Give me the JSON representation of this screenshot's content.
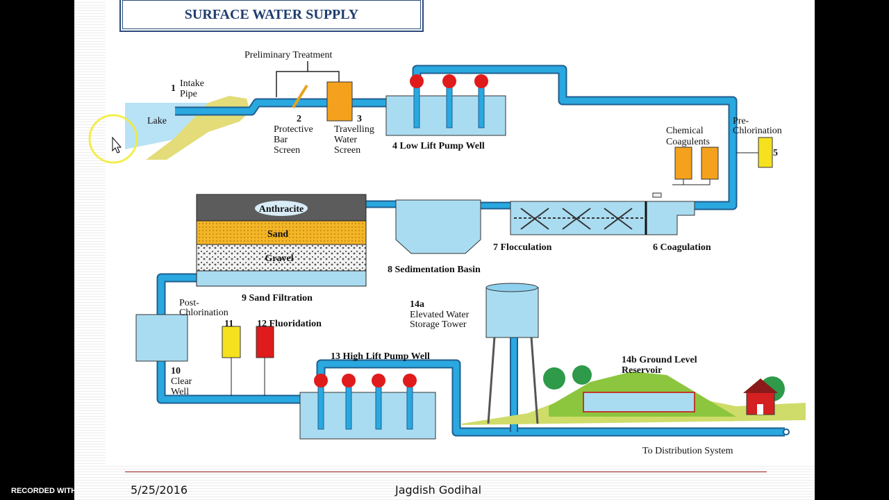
{
  "slide": {
    "title": "SURFACE WATER SUPPLY",
    "footer_date": "5/25/2016",
    "footer_author": "Jagdish Godihal",
    "recorder_label": "RECORDED WITH"
  },
  "diagram": {
    "preliminary_treatment": "Preliminary Treatment",
    "lake": "Lake",
    "intake": {
      "num": "1",
      "line1": "Intake",
      "line2": "Pipe"
    },
    "bar_screen": {
      "num": "2",
      "line1": "Protective",
      "line2": "Bar",
      "line3": "Screen"
    },
    "water_screen": {
      "num": "3",
      "line1": "Travelling",
      "line2": "Water",
      "line3": "Screen"
    },
    "low_lift": "4 Low Lift Pump Well",
    "pre_chlorination": {
      "line1": "Pre-",
      "line2": "Chlorination",
      "num": "5"
    },
    "chemical_coagulents": {
      "line1": "Chemical",
      "line2": "Coagulents"
    },
    "coagulation": "6 Coagulation",
    "flocculation": "7 Flocculation",
    "sedimentation": "8 Sedimentation Basin",
    "filter_layers": [
      "Anthracite",
      "Sand",
      "Gravel"
    ],
    "sand_filtration": "9 Sand Filtration",
    "post_chlorination": {
      "line1": "Post-",
      "line2": "Chlorination",
      "num": "11"
    },
    "fluoridation": "12 Fluoridation",
    "clear_well": {
      "num": "10",
      "line1": "Clear",
      "line2": "Well"
    },
    "high_lift": "13 High Lift Pump Well",
    "tower": {
      "num": "14a",
      "line1": "Elevated Water",
      "line2": "Storage Tower"
    },
    "reservoir": {
      "line1": "14b Ground Level",
      "line2": "Reservoir"
    },
    "distribution": "To Distribution System"
  },
  "colors": {
    "pipe": "#2aa8e0",
    "tank": "#a9dcf1",
    "pump": "#e01b1b",
    "orange": "#f4a21d",
    "yellow": "#f5e11e"
  },
  "cursor": {
    "icon": "mouse-pointer-icon",
    "highlight": "yellow-click-ring"
  }
}
